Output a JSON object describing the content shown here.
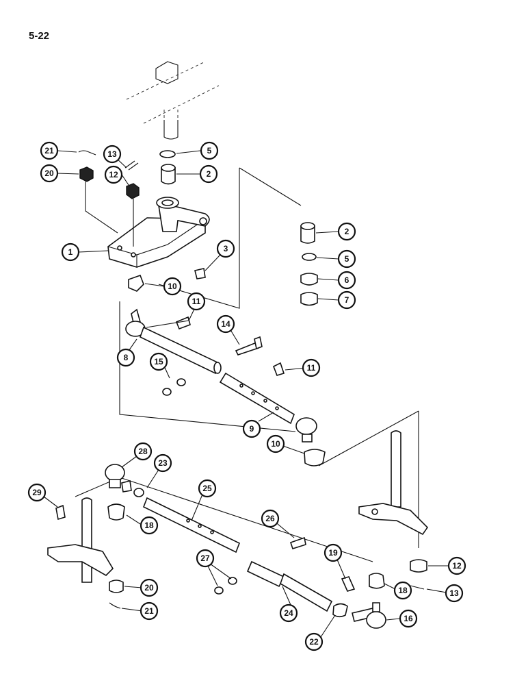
{
  "page": {
    "number": "5-22"
  },
  "callouts": [
    {
      "label": "21"
    },
    {
      "label": "13"
    },
    {
      "label": "5"
    },
    {
      "label": "20"
    },
    {
      "label": "12"
    },
    {
      "label": "2"
    },
    {
      "label": "2"
    },
    {
      "label": "5"
    },
    {
      "label": "1"
    },
    {
      "label": "3"
    },
    {
      "label": "6"
    },
    {
      "label": "10"
    },
    {
      "label": "7"
    },
    {
      "label": "11"
    },
    {
      "label": "14"
    },
    {
      "label": "8"
    },
    {
      "label": "11"
    },
    {
      "label": "15"
    },
    {
      "label": "9"
    },
    {
      "label": "10"
    },
    {
      "label": "28"
    },
    {
      "label": "23"
    },
    {
      "label": "25"
    },
    {
      "label": "29"
    },
    {
      "label": "18"
    },
    {
      "label": "26"
    },
    {
      "label": "27"
    },
    {
      "label": "19"
    },
    {
      "label": "12"
    },
    {
      "label": "20"
    },
    {
      "label": "18"
    },
    {
      "label": "13"
    },
    {
      "label": "24"
    },
    {
      "label": "21"
    },
    {
      "label": "16"
    },
    {
      "label": "22"
    }
  ]
}
